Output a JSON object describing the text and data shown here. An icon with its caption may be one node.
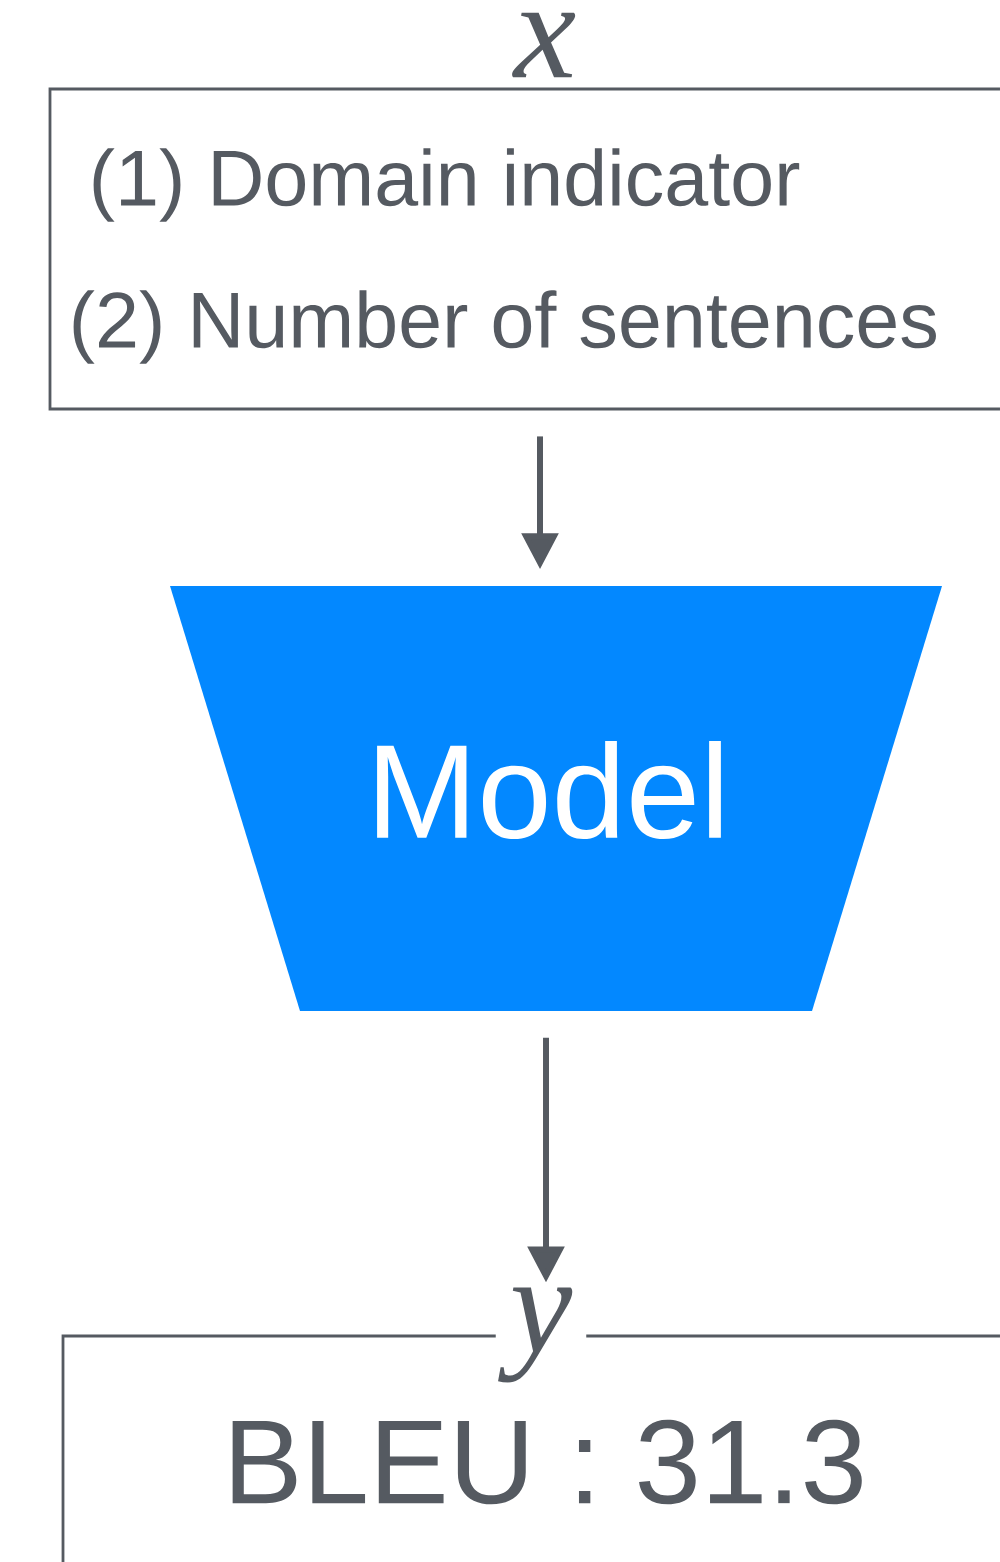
{
  "diagram": {
    "nodes": [
      {
        "text": [
          "x",
          "(1) Domain indicator",
          "(2) Number of sentences"
        ]
      },
      {
        "text": [
          "Model"
        ]
      },
      {
        "text": [
          "y",
          "BLEU : 31.3"
        ]
      }
    ],
    "edges": [
      {
        "from": 0,
        "to": 1,
        "arrow": "to"
      },
      {
        "from": 1,
        "to": 2,
        "arrow": "to"
      }
    ]
  }
}
